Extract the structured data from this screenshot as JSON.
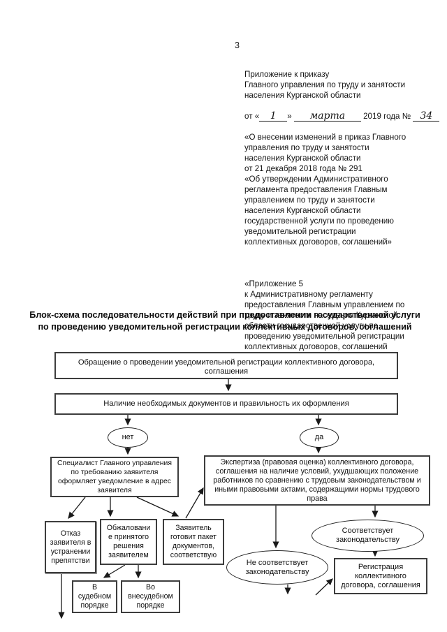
{
  "page": {
    "number": "3"
  },
  "header": {
    "block1": "Приложение к приказу\nГлавного управления по труду и занятости\nнаселения Курганской области",
    "date": {
      "prefix": "от «",
      "day": "1",
      "close_quote": "»",
      "month": "марта",
      "tail": "2019 года №",
      "number": "34"
    },
    "block2": "«О внесении изменений в приказ Главного\nуправления по труду и занятости\nнаселения Курганской области\nот 21 декабря 2018 года № 291\n«Об утверждении Административного\nрегламента предоставления Главным\nуправлением по труду и занятости\nнаселения Курганской области\nгосударственной услуги по проведению\nуведомительной регистрации\nколлективных договоров, соглашений»",
    "block3": "«Приложение 5\nк Административному регламенту\nпредоставления Главным управлением по\nтруду и занятости населения Курганской\nобласти государственной услуги по\nпроведению уведомительной регистрации\nколлективных договоров, соглашений"
  },
  "flowchart": {
    "title": "Блок-схема последовательности действий при предоставлении государственной услуги по проведению уведомительной регистрации коллективных договоров, соглашений",
    "nodes": {
      "request": "Обращение о проведении уведомительной регистрации коллективного договора, соглашения",
      "check": "Наличие необходимых документов и правильность их оформления",
      "no": "нет",
      "yes": "да",
      "specialist": "Специалист Главного управления по требованию заявителя оформляет уведомление в адрес заявителя",
      "expertise": "Экспертиза (правовая оценка) коллективного договора, соглашения на наличие условий, ухудшающих положение работников по сравнению с трудовым законодательством и иными правовыми актами, содержащими нормы трудового права",
      "refusal": "Отказ заявителя в устранении препятстви",
      "appeal": "Обжаловани е принятого решения заявителем",
      "prepare": "Заявитель готовит пакет документов, соответствую",
      "judicial": "В судебном порядке",
      "extrajudicial": "Во внесудебном порядке",
      "noncompliant": "Не соответствует законодательству",
      "compliant": "Соответствует законодательству",
      "registration": "Регистрация коллективного договора, соглашения"
    }
  },
  "colors": {
    "background": "#ffffff",
    "text": "#141414",
    "box_border": "#3d3d3d",
    "arrow": "#1a1a1a"
  }
}
